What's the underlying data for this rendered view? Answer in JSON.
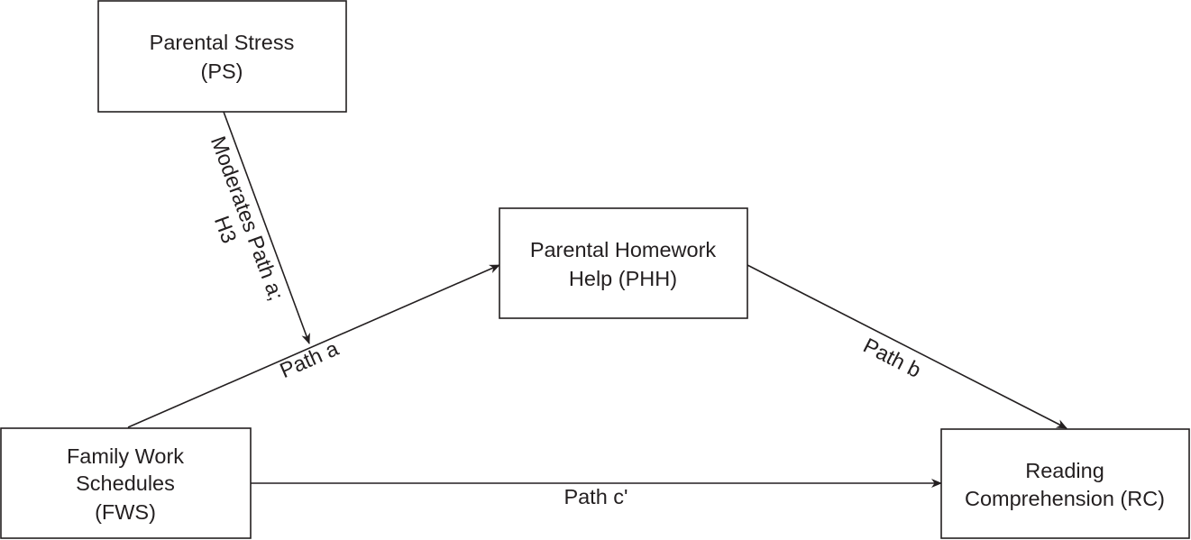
{
  "diagram": {
    "colors": {
      "stroke": "#231f20",
      "background": "#ffffff",
      "text": "#231f20"
    },
    "nodes": {
      "ps": {
        "line1": "Parental Stress",
        "line2": "(PS)"
      },
      "phh": {
        "line1": "Parental Homework",
        "line2": "Help (PHH)"
      },
      "fws": {
        "line1": "Family Work",
        "line2": "Schedules",
        "line3": "(FWS)"
      },
      "rc": {
        "line1": "Reading",
        "line2": "Comprehension (RC)"
      }
    },
    "edges": {
      "moderation": {
        "from": "PS",
        "to": "Path a",
        "label_line1": "Moderates Path a;",
        "label_line2": "H3"
      },
      "path_a": {
        "from": "FWS",
        "to": "PHH",
        "label": "Path a"
      },
      "path_b": {
        "from": "PHH",
        "to": "RC",
        "label": "Path b"
      },
      "path_c": {
        "from": "FWS",
        "to": "RC",
        "label": "Path c'"
      }
    }
  }
}
